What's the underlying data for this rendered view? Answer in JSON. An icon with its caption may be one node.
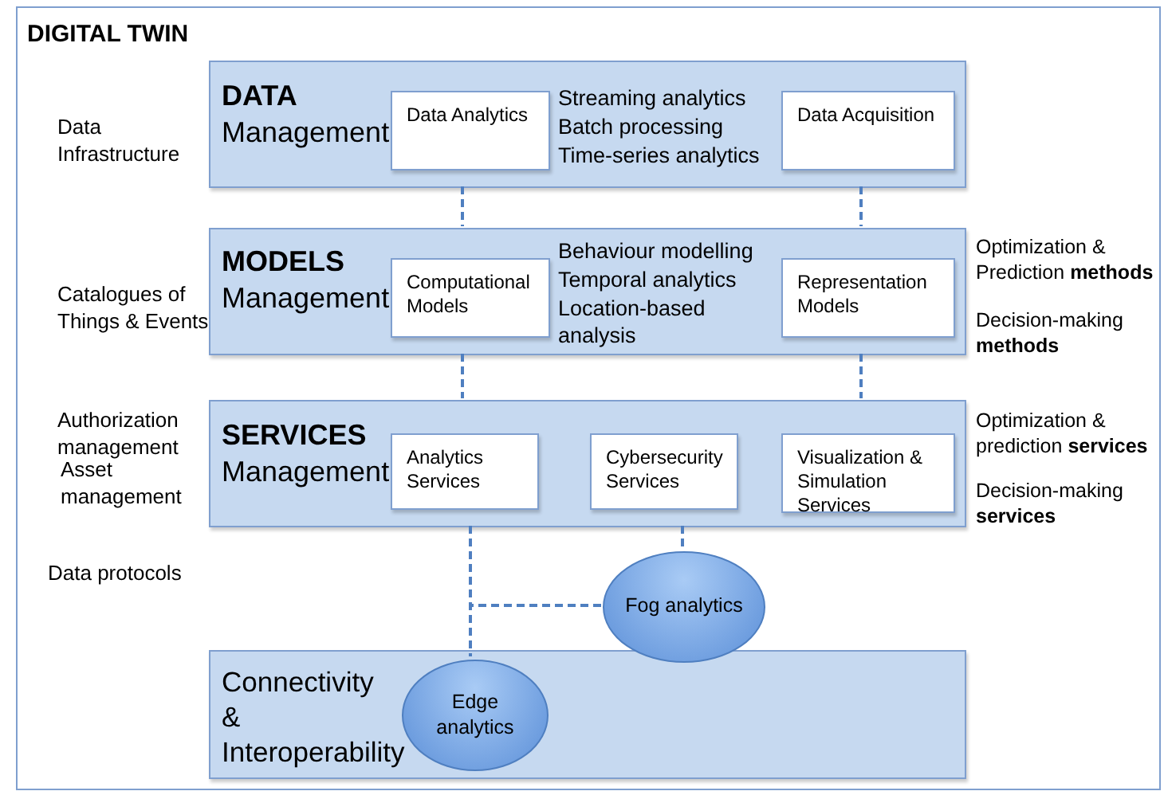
{
  "diagram": {
    "nodes": [
      {
        "text": [
          "DIGITAL TWIN"
        ]
      },
      {
        "text": [
          "**DATA** Management",
          "Streaming analytics",
          "Batch processing",
          "Time-series analytics"
        ],
        "in": 0
      },
      {
        "text": [
          "Data Analytics"
        ],
        "in": 1
      },
      {
        "text": [
          "Data Acquisition"
        ],
        "in": 1
      },
      {
        "text": [
          "**MODELS** Management",
          "Behaviour modelling",
          "Temporal analytics",
          "Location-based analysis"
        ],
        "in": 0
      },
      {
        "text": [
          "Computational Models"
        ],
        "in": 4
      },
      {
        "text": [
          "Representation Models"
        ],
        "in": 4
      },
      {
        "text": [
          "**SERVICES** Management"
        ],
        "in": 0
      },
      {
        "text": [
          "Analytics Services"
        ],
        "in": 7
      },
      {
        "text": [
          "Cybersecurity Services"
        ],
        "in": 7
      },
      {
        "text": [
          "Visualization & Simulation Services"
        ],
        "in": 7
      },
      {
        "text": [
          "Connectivity & Interoperability"
        ],
        "in": 0
      },
      {
        "text": [
          "Fog analytics"
        ],
        "in": 0
      },
      {
        "text": [
          "Edge analytics"
        ],
        "in": 11
      }
    ],
    "edges": [
      {
        "from": 1,
        "to": 4,
        "arrow": "none",
        "style": "dashed"
      },
      {
        "from": 1,
        "to": 4,
        "arrow": "none",
        "style": "dashed"
      },
      {
        "from": 4,
        "to": 7,
        "arrow": "none",
        "style": "dashed"
      },
      {
        "from": 4,
        "to": 7,
        "arrow": "none",
        "style": "dashed"
      },
      {
        "from": 7,
        "to": 13,
        "arrow": "none",
        "style": "dashed"
      },
      {
        "from": 7,
        "to": 12,
        "arrow": "none",
        "style": "dashed"
      },
      {
        "from": 12,
        "to": 13,
        "arrow": "none",
        "style": "dashed"
      }
    ],
    "labels": [
      "Data Infrastructure",
      "Optimization & Prediction **methods**",
      "Catalogues of Things & Events",
      "Decision-making **methods**",
      "Authorization management",
      "Optimization & prediction **services**",
      "Asset management",
      "Decision-making **services**",
      "Data protocols"
    ]
  }
}
